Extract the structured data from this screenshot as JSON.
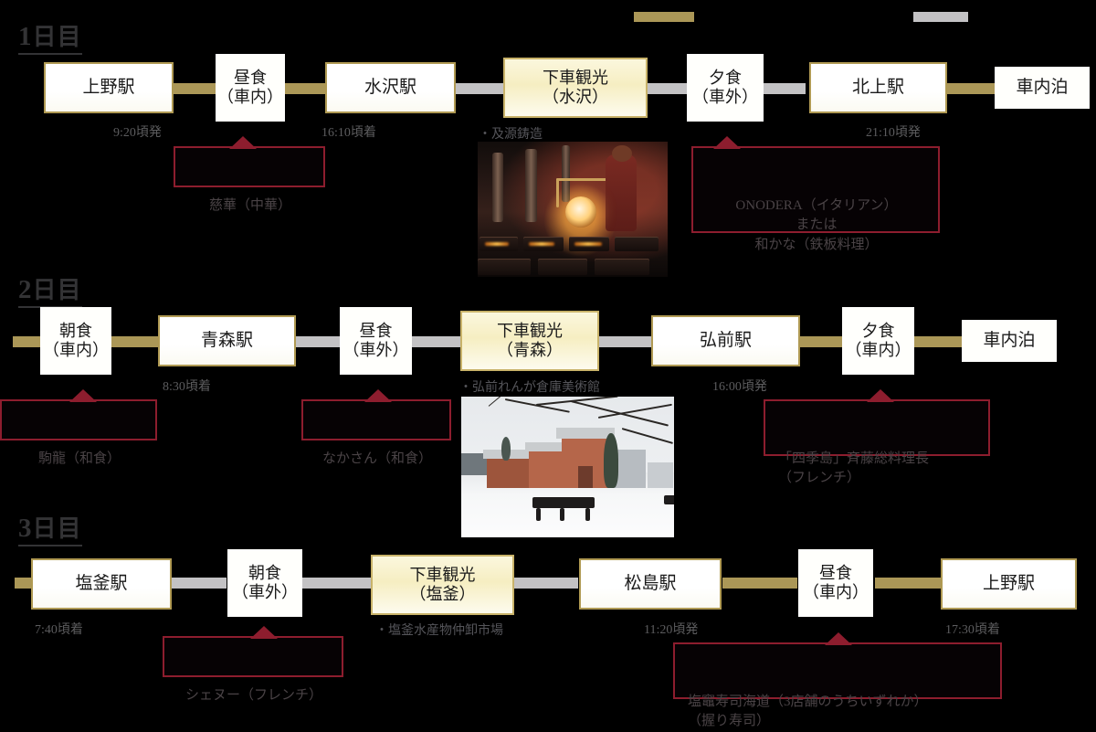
{
  "legend": {
    "swatch_gold_color": "#ab9757",
    "swatch_gray_color": "#c3c2c4"
  },
  "days": [
    {
      "heading_num": "1",
      "heading_suffix": "日目",
      "nodes": [
        {
          "type": "station",
          "label": "上野駅",
          "time": "9:20頃発"
        },
        {
          "type": "meal",
          "label": "昼食\n（車内）",
          "time": ""
        },
        {
          "type": "station",
          "label": "水沢駅",
          "time": "16:10頃着"
        },
        {
          "type": "sight",
          "label": "下車観光\n（水沢）",
          "time": ""
        },
        {
          "type": "meal",
          "label": "夕食\n（車外）",
          "time": ""
        },
        {
          "type": "station",
          "label": "北上駅",
          "time": "21:10頃発"
        },
        {
          "type": "plain",
          "label": "車内泊",
          "time": ""
        }
      ],
      "spot_label": "・及源鋳造",
      "callouts": [
        {
          "text": "慈華（中華）",
          "align": "center"
        },
        {
          "text": "ONODERA（イタリアン）\nまたは\n和かな（鉄板料理）",
          "align": "center"
        }
      ]
    },
    {
      "heading_num": "2",
      "heading_suffix": "日目",
      "nodes": [
        {
          "type": "meal",
          "label": "朝食\n（車内）",
          "time": ""
        },
        {
          "type": "station",
          "label": "青森駅",
          "time": "8:30頃着"
        },
        {
          "type": "meal",
          "label": "昼食\n（車外）",
          "time": ""
        },
        {
          "type": "sight",
          "label": "下車観光\n（青森）",
          "time": ""
        },
        {
          "type": "station",
          "label": "弘前駅",
          "time": "16:00頃発"
        },
        {
          "type": "meal",
          "label": "夕食\n（車内）",
          "time": ""
        },
        {
          "type": "plain",
          "label": "車内泊",
          "time": ""
        }
      ],
      "spot_label": "・弘前れんが倉庫美術館",
      "callouts": [
        {
          "text": "駒龍（和食）",
          "align": "center"
        },
        {
          "text": "なかさん（和食）",
          "align": "center"
        },
        {
          "text": "「四季島」斉藤総料理長\n（フレンチ）",
          "align": "left"
        }
      ]
    },
    {
      "heading_num": "3",
      "heading_suffix": "日目",
      "nodes": [
        {
          "type": "station",
          "label": "塩釜駅",
          "time": "7:40頃着"
        },
        {
          "type": "meal",
          "label": "朝食\n（車外）",
          "time": ""
        },
        {
          "type": "sight",
          "label": "下車観光\n（塩釜）",
          "time": ""
        },
        {
          "type": "station",
          "label": "松島駅",
          "time": "11:20頃発"
        },
        {
          "type": "meal",
          "label": "昼食\n（車内）",
          "time": ""
        },
        {
          "type": "station",
          "label": "上野駅",
          "time": "17:30頃着"
        }
      ],
      "spot_label": "・塩釜水産物仲卸市場",
      "callouts": [
        {
          "text": "シェヌー（フレンチ）",
          "align": "center"
        },
        {
          "text": "塩竈寿司海道（3店舗のうちいずれか）\n（握り寿司）",
          "align": "left"
        }
      ]
    }
  ],
  "colors": {
    "gold_line": "#ab9757",
    "gray_line": "#c3c2c4",
    "station_border": "#b09a53",
    "sight_border": "#c9b36a",
    "callout_border": "#8d1d2e",
    "background": "#000000",
    "heading_text": "#333335"
  }
}
